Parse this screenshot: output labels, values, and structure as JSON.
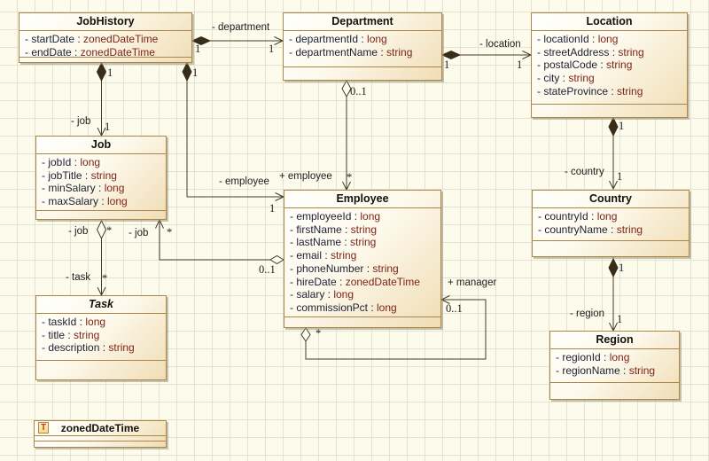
{
  "attribute_prefix": "-",
  "classes": {
    "jobHistory": {
      "title": "JobHistory",
      "attributes": [
        {
          "name": "startDate",
          "type": "zonedDateTime"
        },
        {
          "name": "endDate",
          "type": "zonedDateTime"
        }
      ]
    },
    "department": {
      "title": "Department",
      "attributes": [
        {
          "name": "departmentId",
          "type": "long"
        },
        {
          "name": "departmentName",
          "type": "string"
        }
      ]
    },
    "location": {
      "title": "Location",
      "attributes": [
        {
          "name": "locationId",
          "type": "long"
        },
        {
          "name": "streetAddress",
          "type": "string"
        },
        {
          "name": "postalCode",
          "type": "string"
        },
        {
          "name": "city",
          "type": "string"
        },
        {
          "name": "stateProvince",
          "type": "string"
        }
      ]
    },
    "job": {
      "title": "Job",
      "attributes": [
        {
          "name": "jobId",
          "type": "long"
        },
        {
          "name": "jobTitle",
          "type": "string"
        },
        {
          "name": "minSalary",
          "type": "long"
        },
        {
          "name": "maxSalary",
          "type": "long"
        }
      ]
    },
    "employee": {
      "title": "Employee",
      "attributes": [
        {
          "name": "employeeId",
          "type": "long"
        },
        {
          "name": "firstName",
          "type": "string"
        },
        {
          "name": "lastName",
          "type": "string"
        },
        {
          "name": "email",
          "type": "string"
        },
        {
          "name": "phoneNumber",
          "type": "string"
        },
        {
          "name": "hireDate",
          "type": "zonedDateTime"
        },
        {
          "name": "salary",
          "type": "long"
        },
        {
          "name": "commissionPct",
          "type": "long"
        }
      ]
    },
    "country": {
      "title": "Country",
      "attributes": [
        {
          "name": "countryId",
          "type": "long"
        },
        {
          "name": "countryName",
          "type": "string"
        }
      ]
    },
    "task": {
      "title": "Task",
      "abstract": true,
      "attributes": [
        {
          "name": "taskId",
          "type": "long"
        },
        {
          "name": "title",
          "type": "string"
        },
        {
          "name": "description",
          "type": "string"
        }
      ]
    },
    "region": {
      "title": "Region",
      "attributes": [
        {
          "name": "regionId",
          "type": "long"
        },
        {
          "name": "regionName",
          "type": "string"
        }
      ]
    },
    "zonedDateTime": {
      "title": "zonedDateTime",
      "icon_letter": "T",
      "attributes": []
    }
  },
  "edges": {
    "jobhistory_department": {
      "role": "- department",
      "source_mult": "1",
      "target_mult": "1"
    },
    "department_location": {
      "role": "- location",
      "source_mult": "1",
      "target_mult": "1"
    },
    "jobhistory_job": {
      "role": "- job",
      "source_mult": "1",
      "target_mult": "1"
    },
    "jobhistory_employee": {
      "role": "- employee",
      "source_mult": "1",
      "target_mult": "1"
    },
    "department_employee": {
      "role": "+ employee",
      "source_mult": "0..1",
      "target_mult": "*"
    },
    "employee_job": {
      "role": "- job",
      "source_mult": "0..1",
      "target_mult": "*"
    },
    "job_task": {
      "source_role": "- job",
      "source_mult": "*",
      "target_role": "- task",
      "target_mult": "*"
    },
    "employee_manager": {
      "role": "+ manager",
      "source_mult": "*",
      "target_mult": "0..1"
    },
    "location_country": {
      "role": "- country",
      "source_mult": "1",
      "target_mult": "1"
    },
    "country_region": {
      "role": "- region",
      "source_mult": "1",
      "target_mult": "1"
    }
  },
  "colors": {
    "background": "#fcfbec",
    "grid_line": "#e3e3d2",
    "box_border": "#ab8648",
    "box_fill_start": "#fffffb",
    "box_fill_end": "#f0ddb5",
    "attribute_name": "#1c2033",
    "attribute_type": "#7d2418",
    "edge_line": "#453c26",
    "datatype_icon_letter": "#c63a1e"
  }
}
